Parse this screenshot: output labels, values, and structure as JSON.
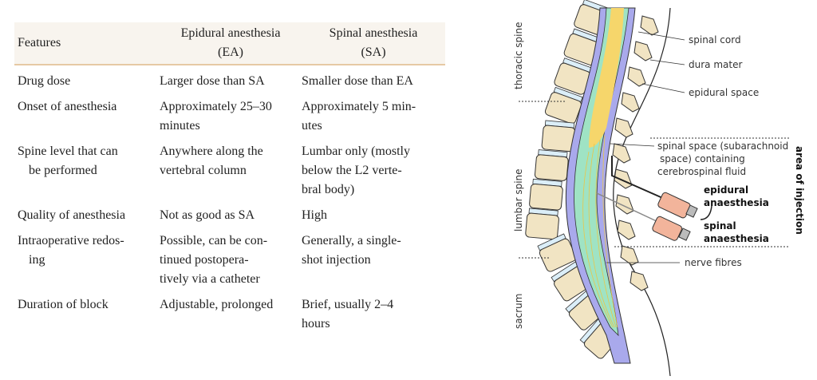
{
  "table": {
    "headers": [
      {
        "lines": [
          "Features"
        ]
      },
      {
        "lines": [
          "Epidural anesthesia",
          "(EA)"
        ]
      },
      {
        "lines": [
          "Spinal anesthesia",
          "(SA)"
        ]
      }
    ],
    "rows": [
      {
        "cells": [
          [
            "Drug dose"
          ],
          [
            "Larger dose than SA"
          ],
          [
            "Smaller dose than EA"
          ]
        ]
      },
      {
        "cells": [
          [
            "Onset of anesthesia"
          ],
          [
            "Approximately 25–30",
            "minutes"
          ],
          [
            "Approximately 5 min-",
            "utes"
          ]
        ]
      },
      {
        "cells": [
          [
            "Spine level that can",
            "be performed"
          ],
          [
            "Anywhere along the",
            "vertebral column"
          ],
          [
            "Lumbar only (mostly",
            "below the L2 verte-",
            "bral body)"
          ]
        ]
      },
      {
        "cells": [
          [
            "Quality of anesthesia"
          ],
          [
            "Not as good as SA"
          ],
          [
            "High"
          ]
        ]
      },
      {
        "cells": [
          [
            "Intraoperative redos-",
            "ing"
          ],
          [
            "Possible, can be con-",
            "tinued postopera-",
            "tively via a catheter"
          ],
          [
            "Generally, a single-",
            "shot injection"
          ]
        ]
      },
      {
        "cells": [
          [
            "Duration of block"
          ],
          [
            "Adjustable, prolonged"
          ],
          [
            "Brief, usually 2–4",
            "hours"
          ]
        ]
      }
    ]
  },
  "diagram": {
    "region_labels": {
      "thoracic": "thoracic spine",
      "lumbar": "lumbar spine",
      "sacrum": "sacrum",
      "injection_area": "area of injection"
    },
    "labels": {
      "spinal_cord": "spinal cord",
      "dura_mater": "dura mater",
      "epidural_space": "epidural space",
      "spinal_space": [
        "spinal space (subarachnoid",
        "space) containing",
        "cerebrospinal fluid"
      ],
      "epidural_anaesthesia": [
        "epidural",
        "anaesthesia"
      ],
      "spinal_anaesthesia": [
        "spinal",
        "anaesthesia"
      ],
      "nerve_fibres": "nerve fibres"
    },
    "colors": {
      "bone": "#f1e4c3",
      "disc": "#dbeef8",
      "dura": "#a9a9ec",
      "csf": "#9fe3c4",
      "cord": "#f6d66b",
      "syringe": "#f2b49b"
    }
  }
}
